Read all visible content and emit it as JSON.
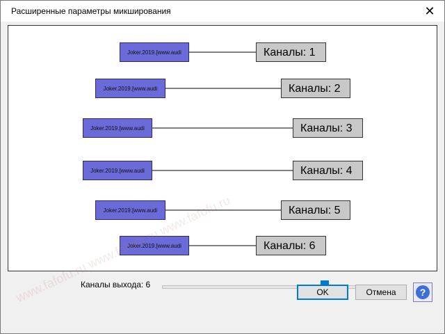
{
  "window": {
    "title": "Расширенные параметры микширования",
    "close_glyph": "✕"
  },
  "mixer": {
    "rows": [
      {
        "track": "Joker.2019.[www.audi",
        "channel": "Каналы:  1"
      },
      {
        "track": "Joker.2019.[www.audi",
        "channel": "Каналы:  2"
      },
      {
        "track": "Joker.2019.[www.audi",
        "channel": "Каналы:  3"
      },
      {
        "track": "Joker.2019.[www.audi",
        "channel": "Каналы:  4"
      },
      {
        "track": "Joker.2019.[www.audi",
        "channel": "Каналы:  5"
      },
      {
        "track": "Joker.2019.[www.audi",
        "channel": "Каналы:  6"
      }
    ]
  },
  "output": {
    "label": "Каналы выхода:  6",
    "value": 6
  },
  "buttons": {
    "ok": "OK",
    "cancel": "Отмена",
    "help_icon": "question-icon"
  },
  "watermark": {
    "text": "www.fafofu.ru www.fafofu.ru www.fafofu.ru"
  },
  "colors": {
    "track_fill": "#6a6ad8",
    "channel_fill": "#c8c8c8",
    "accent": "#0078d7"
  }
}
